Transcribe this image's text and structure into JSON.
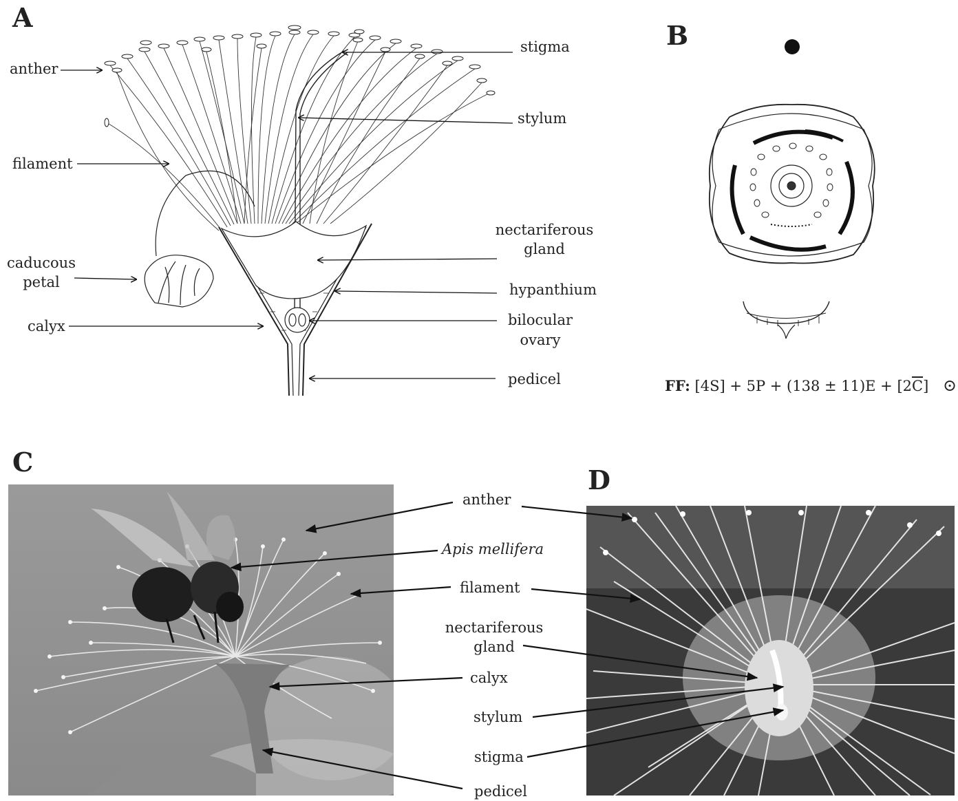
{
  "panels": {
    "a": {
      "letter": "A"
    },
    "b": {
      "letter": "B"
    },
    "c": {
      "letter": "C"
    },
    "d": {
      "letter": "D"
    }
  },
  "panel_a_labels": {
    "anther": "anther",
    "filament": "filament",
    "caducous_1": "caducous",
    "caducous_2": "petal",
    "calyx": "calyx",
    "stigma": "stigma",
    "stylum": "stylum",
    "nectar_1": "nectariferous",
    "nectar_2": "gland",
    "hypanthium": "hypanthium",
    "bilocular_1": "bilocular",
    "bilocular_2": "ovary",
    "pedicel": "pedicel"
  },
  "floral_formula": {
    "prefix": "FF:",
    "body": "[4S] + 5P + (138 ± 11)E + [2",
    "overlined": "C",
    "suffix": "]",
    "symbol": "⊙"
  },
  "panel_cd_labels": {
    "anther": "anther",
    "apis": "Apis mellifera",
    "filament": "filament",
    "nectar_1": "nectariferous",
    "nectar_2": "gland",
    "calyx": "calyx",
    "stylum": "stylum",
    "stigma": "stigma",
    "pedicel": "pedicel"
  }
}
